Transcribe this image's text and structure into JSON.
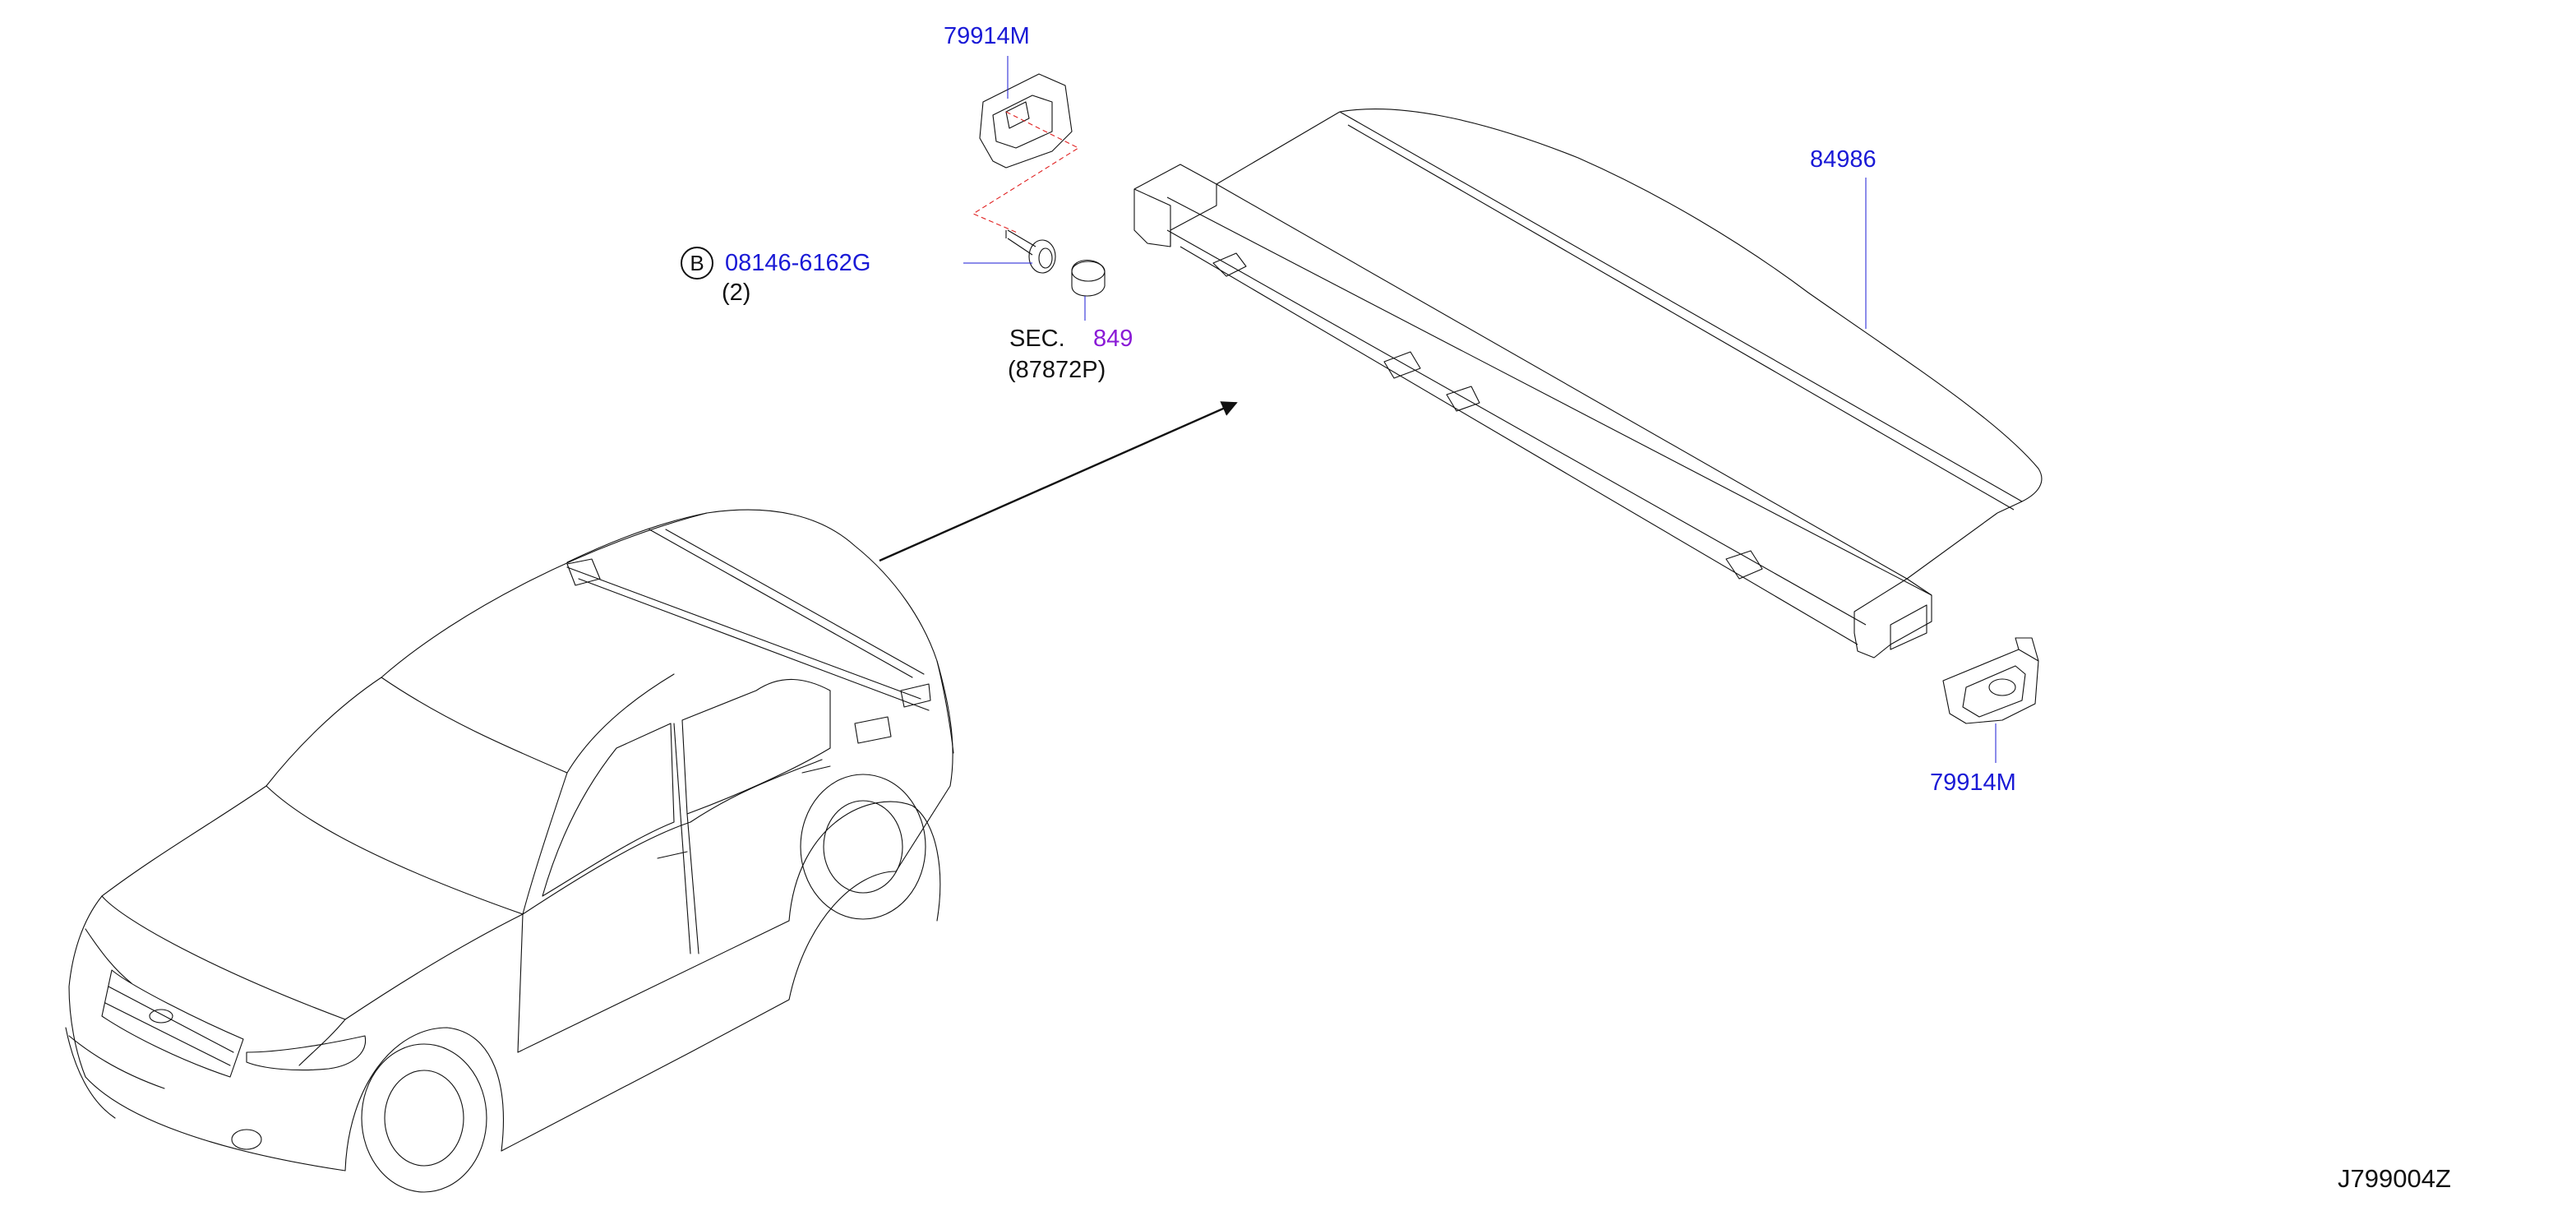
{
  "labels": {
    "part_79914m_top": "79914M",
    "part_84986": "84986",
    "part_79914m_bottom": "79914M",
    "bolt_badge": "B",
    "bolt_part": "08146-6162G",
    "bolt_qty": "(2)",
    "sec_prefix": "SEC.",
    "sec_number": "849",
    "sec_sub": "(87872P)",
    "diagram_code": "J799004Z"
  },
  "colors": {
    "part_number": "#1a1ad6",
    "section_ref": "#8a1ad6",
    "dashed_guide": "#e02020",
    "line": "#111111"
  },
  "icons": [
    "vehicle-outline",
    "tonneau-cover-assembly",
    "mounting-bracket-left",
    "mounting-bracket-right",
    "bolt",
    "cap",
    "pointer-arrow"
  ]
}
